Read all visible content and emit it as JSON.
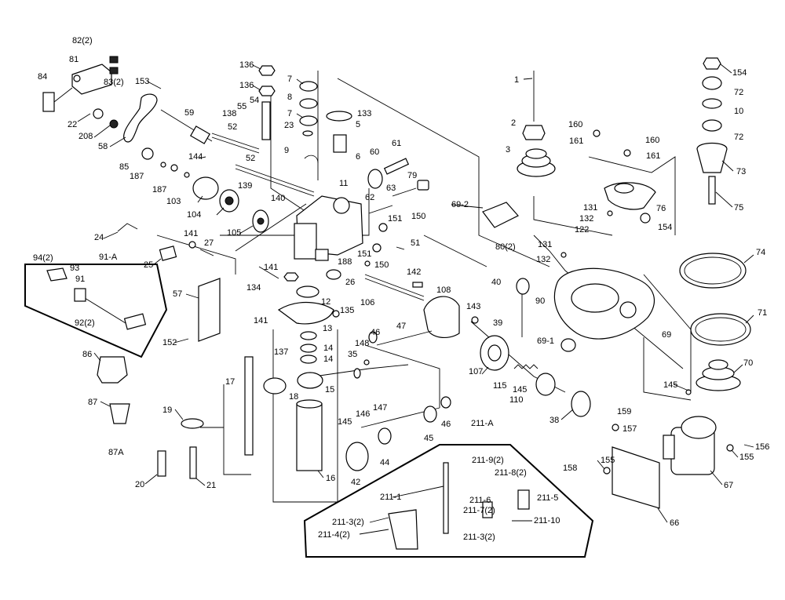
{
  "diagram": {
    "labels": [
      "82(2)",
      "81",
      "83(2)",
      "84",
      "153",
      "22",
      "208",
      "58",
      "59",
      "136",
      "136",
      "55",
      "54",
      "138",
      "7",
      "8",
      "7",
      "23",
      "133",
      "5",
      "9",
      "6",
      "52",
      "52",
      "85",
      "187",
      "144",
      "187",
      "103",
      "104",
      "139",
      "140",
      "105",
      "60",
      "61",
      "79",
      "11",
      "62",
      "63",
      "150",
      "151",
      "51",
      "150",
      "151",
      "188",
      "24",
      "141",
      "27",
      "25",
      "141",
      "134",
      "26",
      "142",
      "106",
      "12",
      "135",
      "13",
      "108",
      "143",
      "141",
      "14",
      "14",
      "137",
      "15",
      "18",
      "46",
      "148",
      "47",
      "35",
      "107",
      "115",
      "145",
      "110",
      "38",
      "39",
      "40",
      "90",
      "69-1",
      "69",
      "145",
      "70",
      "71",
      "74",
      "1",
      "2",
      "3",
      "160",
      "161",
      "160",
      "161",
      "131",
      "132",
      "122",
      "131",
      "132",
      "80(2)",
      "69-2",
      "154",
      "72",
      "10",
      "72",
      "73",
      "75",
      "154",
      "76",
      "17",
      "19",
      "20",
      "21",
      "16",
      "87",
      "87A",
      "86",
      "57",
      "152",
      "91-A",
      "94(2)",
      "93",
      "91",
      "92(2)",
      "147",
      "146",
      "145",
      "45",
      "46",
      "44",
      "42",
      "211-A",
      "211-9(2)",
      "211-8(2)",
      "211-1",
      "211-6",
      "211-5",
      "211-7(2)",
      "211-10",
      "211-3(2)",
      "211-4(2)",
      "211-3(2)",
      "159",
      "157",
      "155",
      "155",
      "156",
      "158",
      "67",
      "66"
    ]
  }
}
